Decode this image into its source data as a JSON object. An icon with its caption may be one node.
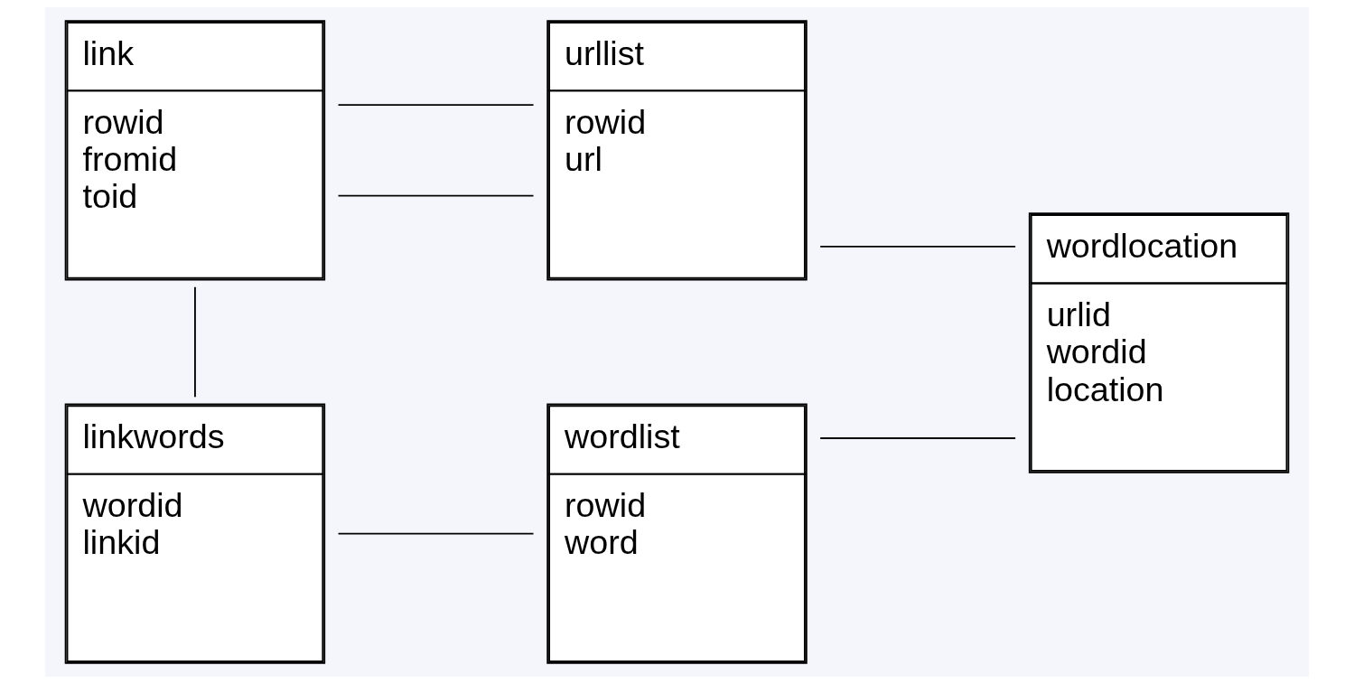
{
  "diagram": {
    "nodes": [
      {
        "text": [
          "link",
          "rowid",
          "fromid",
          "toid"
        ]
      },
      {
        "text": [
          "urllist",
          "rowid",
          "url"
        ]
      },
      {
        "text": [
          "wordlocation",
          "urlid",
          "wordid",
          "location"
        ]
      },
      {
        "text": [
          "linkwords",
          "wordid",
          "linkid"
        ]
      },
      {
        "text": [
          "wordlist",
          "rowid",
          "word"
        ]
      }
    ],
    "edges": [
      {
        "from": 0,
        "to": 1,
        "arrow": "none"
      },
      {
        "from": 0,
        "to": 1,
        "arrow": "none"
      },
      {
        "from": 0,
        "to": 3,
        "arrow": "none"
      },
      {
        "from": 1,
        "to": 2,
        "arrow": "none"
      },
      {
        "from": 3,
        "to": 4,
        "arrow": "none"
      },
      {
        "from": 4,
        "to": 2,
        "arrow": "none"
      }
    ]
  }
}
